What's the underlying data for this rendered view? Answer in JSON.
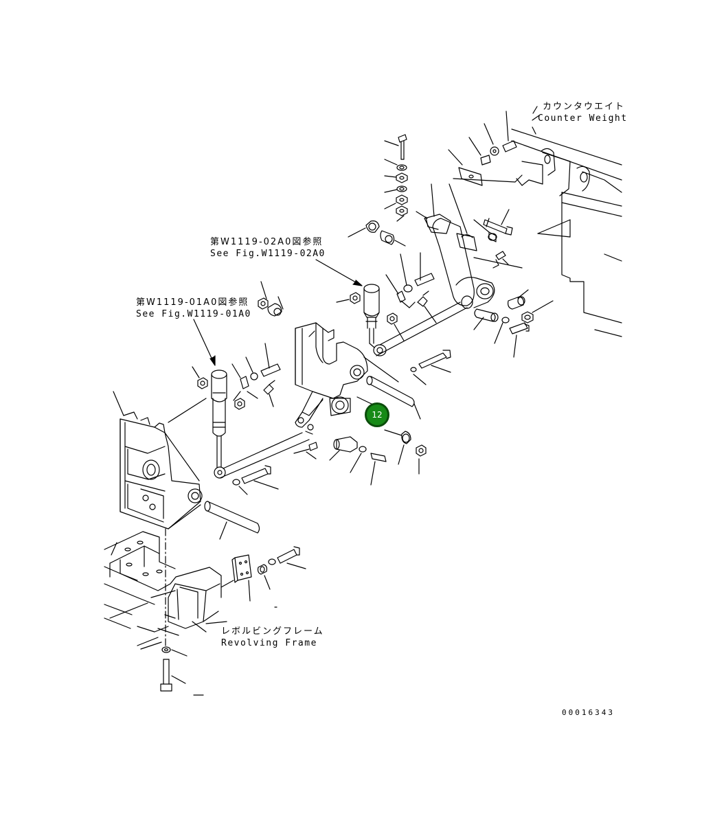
{
  "labels": {
    "counter_weight_jp": "カウンタウエイト",
    "counter_weight_en": "Counter Weight",
    "see_fig_02_jp": "第W1119-02A0図参照",
    "see_fig_02_en": "See Fig.W1119-02A0",
    "see_fig_01_jp": "第W1119-01A0図参照",
    "see_fig_01_en": "See Fig.W1119-01A0",
    "revolving_frame_jp": "レボルビングフレーム",
    "revolving_frame_en": "Revolving Frame",
    "drawing_number": "00016343"
  },
  "callout": {
    "number": "12",
    "fill_color": "#178a17",
    "border_color": "#0b4d0b"
  }
}
